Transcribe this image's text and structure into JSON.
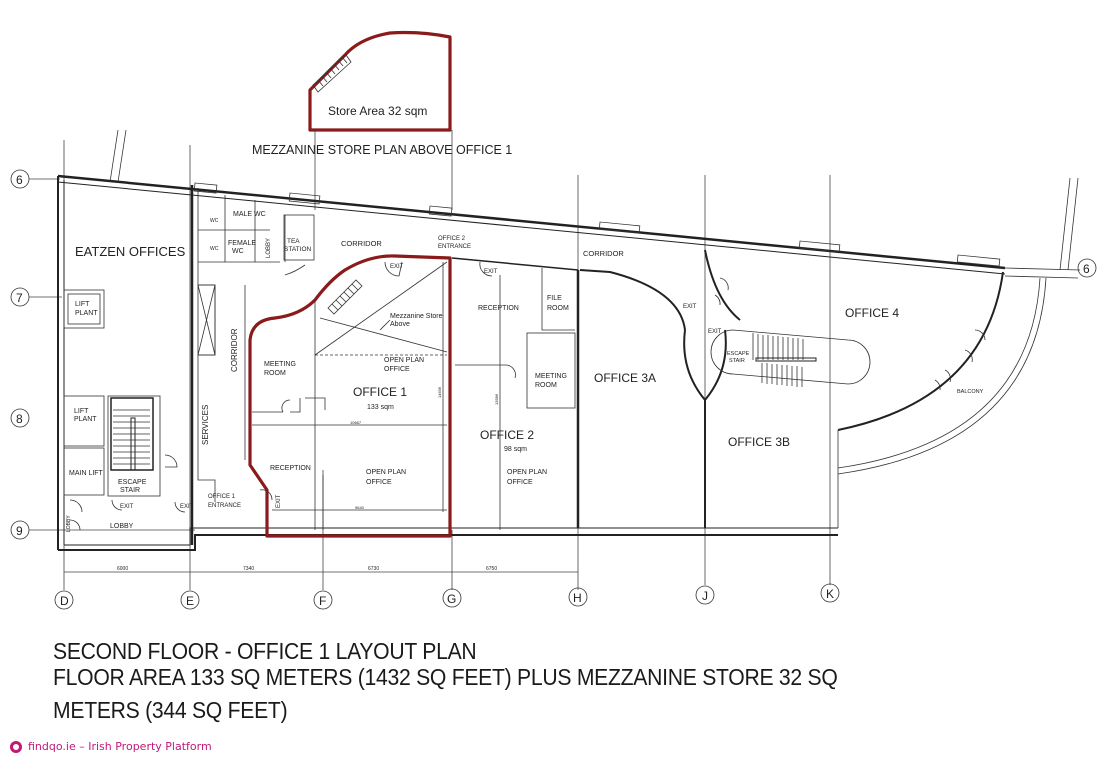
{
  "colors": {
    "highlight_outline": "#8b1a1a",
    "brand": "#c2187a",
    "ink": "#222222"
  },
  "mezzanine": {
    "store_label": "Store Area 32 sqm",
    "plan_title": "MEZZANINE STORE PLAN ABOVE OFFICE 1"
  },
  "grid_rows": [
    "6",
    "7",
    "8",
    "9"
  ],
  "grid_cols": [
    "D",
    "E",
    "F",
    "G",
    "H",
    "J",
    "K"
  ],
  "grid_row_right": "6",
  "dimensions": {
    "horizontal": [
      "6000",
      "7340",
      "6730",
      "6750"
    ],
    "office1_width_top": "10667",
    "office1_width_bottom": "9640",
    "office1_depth": "14636",
    "office2_depth": "13586"
  },
  "rooms": {
    "eatzen": "EATZEN OFFICES",
    "lift_plant_1": [
      "LIFT",
      "PLANT"
    ],
    "lift_plant_2": [
      "LIFT",
      "PLANT"
    ],
    "main_lift": "MAIN LIFT",
    "escape_stair_left": [
      "ESCAPE",
      "STAIR"
    ],
    "lobby": "LOBBY",
    "lobby_left": "LOBBY",
    "male_wc": "MALE WC",
    "female_wc": [
      "FEMALE",
      "WC"
    ],
    "wc_small": "WC",
    "lobby_vertical": "LOBBY",
    "tea_station": [
      "TEA",
      "STATION"
    ],
    "corridor_1": "CORRIDOR",
    "corridor_vertical": "CORRIDOR",
    "services": "SERVICES",
    "office1_entrance": [
      "OFFICE 1",
      "ENTRANCE"
    ],
    "office2_entrance": [
      "OFFICE 2",
      "ENTRANCE"
    ],
    "meeting_room_1": [
      "MEETING",
      "ROOM"
    ],
    "mezzanine_note": [
      "Mezzanine Store",
      "Above"
    ],
    "open_plan_1a": [
      "OPEN PLAN",
      "OFFICE"
    ],
    "office1": "OFFICE 1",
    "office1_area": "133 sqm",
    "reception_1": "RECEPTION",
    "open_plan_1b": [
      "OPEN PLAN",
      "OFFICE"
    ],
    "reception_2": "RECEPTION",
    "file_room": [
      "FILE",
      "ROOM"
    ],
    "meeting_room_2": [
      "MEETING",
      "ROOM"
    ],
    "office2": "OFFICE 2",
    "office2_area": "98 sqm",
    "open_plan_2": [
      "OPEN PLAN",
      "OFFICE"
    ],
    "corridor_2": "CORRIDOR",
    "office3a": "OFFICE 3A",
    "office3b": "OFFICE 3B",
    "office4": "OFFICE 4",
    "escape_stair_right": [
      "ESCAPE",
      "STAIR"
    ],
    "balcony": "BALCONY",
    "exit": "EXIT"
  },
  "caption": {
    "line1": "SECOND FLOOR - OFFICE 1 LAYOUT  PLAN",
    "line2": "FLOOR AREA 133 SQ METERS (1432 SQ FEET) PLUS MEZZANINE STORE 32 SQ",
    "line3": "METERS (344 SQ FEET)"
  },
  "footer": {
    "icon": "globe-icon",
    "text": "findqo.ie – Irish Property Platform"
  }
}
